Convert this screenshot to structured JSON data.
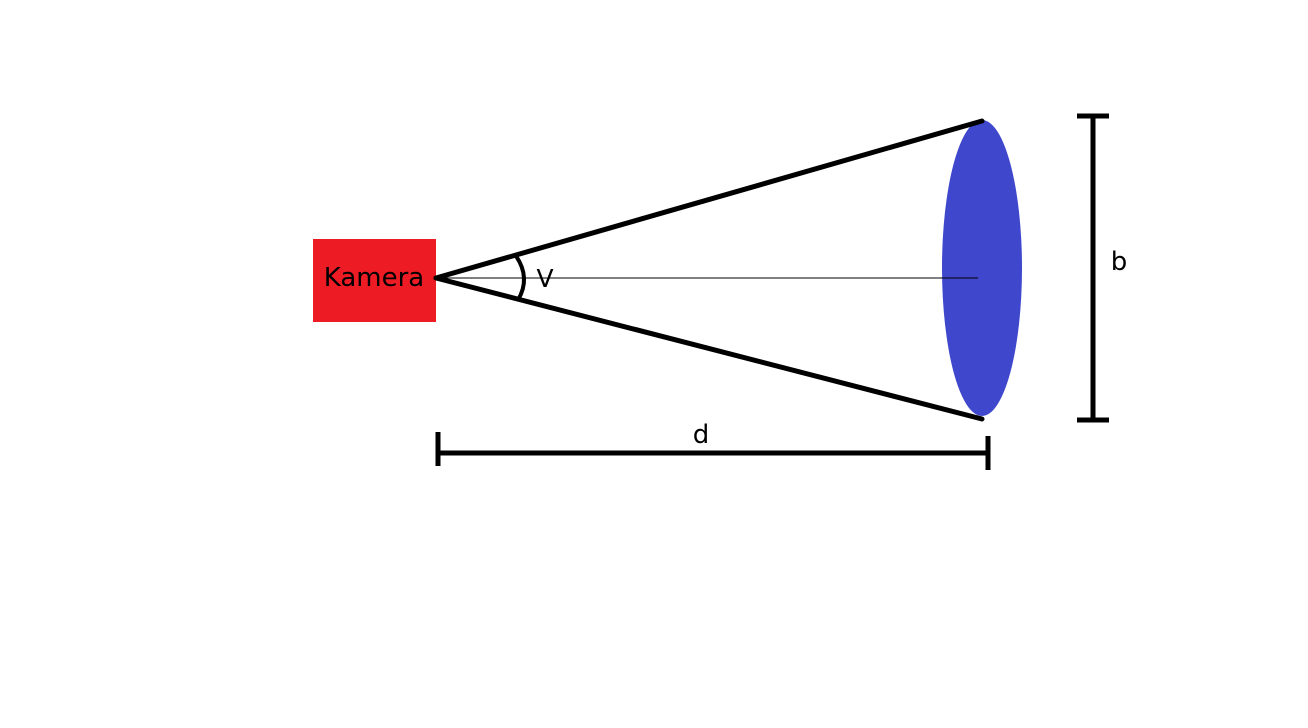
{
  "diagram": {
    "camera": {
      "label": "Kamera",
      "color": "#ED1C24"
    },
    "target": {
      "color": "#3F48CC"
    },
    "labels": {
      "angle": "V",
      "distance": "d",
      "width": "b"
    },
    "line_color": "#000000"
  }
}
